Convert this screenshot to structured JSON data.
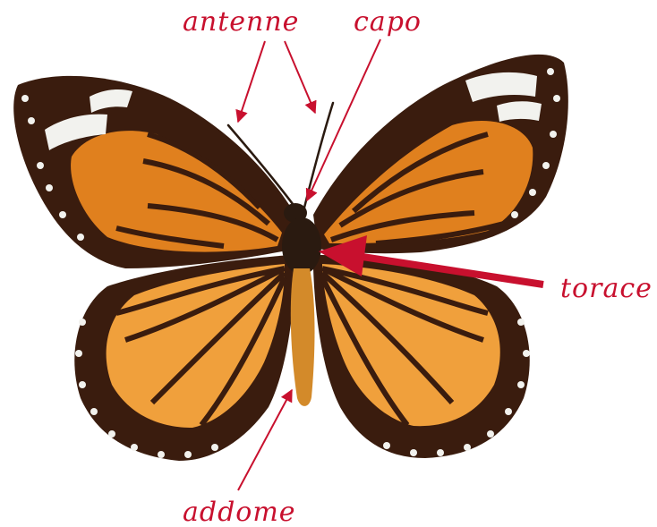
{
  "diagram": {
    "subject": "butterfly",
    "label_color": "#c8102e",
    "colors": {
      "wing_dark": "#3a1c0e",
      "wing_orange": "#e0801e",
      "wing_orange_light": "#f0a03c",
      "spot_white": "#f2f2ee",
      "body": "#2a1a10",
      "abdomen": "#d38a2a"
    },
    "labels": {
      "antennae": "antenne",
      "head": "capo",
      "thorax": "torace",
      "abdomen": "addome"
    }
  }
}
